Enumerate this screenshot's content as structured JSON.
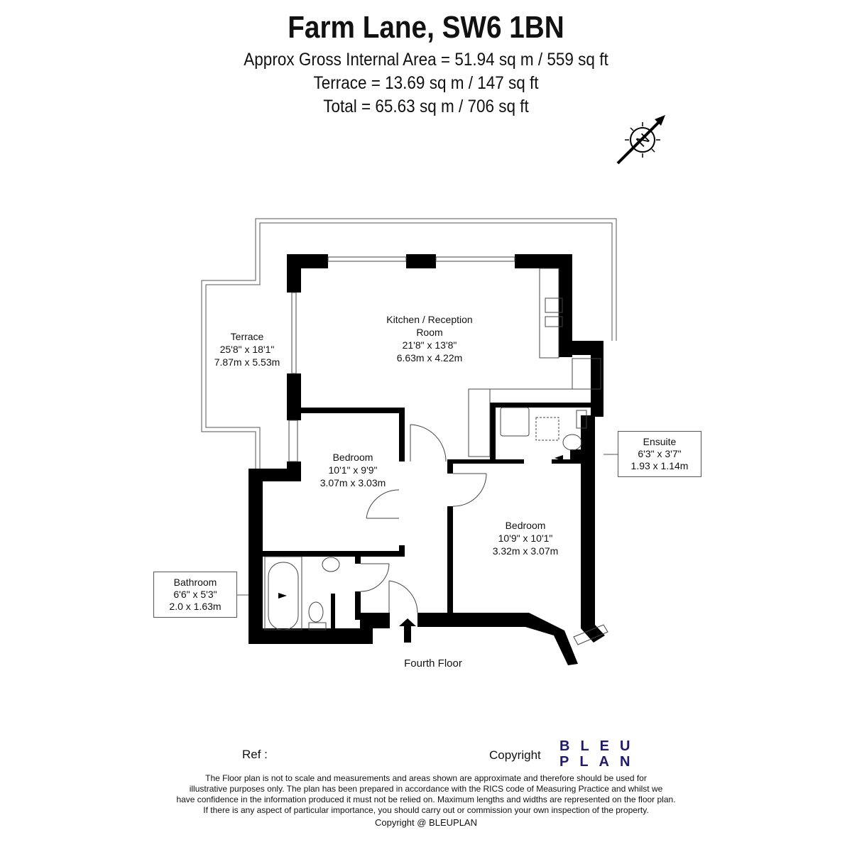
{
  "header": {
    "title": "Farm Lane, SW6 1BN",
    "gross_area": "Approx Gross Internal Area = 51.94 sq m / 559 sq ft",
    "terrace_area": "Terrace = 13.69 sq m / 147 sq ft",
    "total_area": "Total = 65.63 sq m / 706 sq ft"
  },
  "compass": {
    "label": "N"
  },
  "rooms": {
    "kitchen": {
      "name": "Kitchen / Reception",
      "name2": "Room",
      "imperial": "21'8\" x 13'8\"",
      "metric": "6.63m x 4.22m"
    },
    "terrace": {
      "name": "Terrace",
      "imperial": "25'8\" x 18'1\"",
      "metric": "7.87m x 5.53m"
    },
    "bedroom1": {
      "name": "Bedroom",
      "imperial": "10'1\" x 9'9\"",
      "metric": "3.07m x 3.03m"
    },
    "bedroom2": {
      "name": "Bedroom",
      "imperial": "10'9\" x 10'1\"",
      "metric": "3.32m x 3.07m"
    },
    "ensuite": {
      "name": "Ensuite",
      "imperial": "6'3\" x 3'7\"",
      "metric": "1.93 x 1.14m"
    },
    "bathroom": {
      "name": "Bathroom",
      "imperial": "6'6\" x 5'3\"",
      "metric": "2.0 x 1.63m"
    }
  },
  "floor_label": "Fourth Floor",
  "footer": {
    "ref": "Ref  :",
    "copyright": "Copyright",
    "logo_line1": "BLEU",
    "logo_line2": "PLAN",
    "disclaimer": [
      "The Floor plan is not to scale and measurements and areas shown are approximate and therefore should be used for",
      "illustrative purposes only. The plan has been prepared in accordance with the RICS code of Measuring Practice and whilst we",
      "have confidence in the information produced it must not be relied on. Maximum lengths and widths are represented on the floor plan.",
      "If there is any aspect of particular importance, you should carry out or commission your own inspection of the property."
    ],
    "copyright_line": "Copyright @ BLEUPLAN"
  },
  "colors": {
    "wall": "#000000",
    "logo": "#1f1a6e"
  }
}
